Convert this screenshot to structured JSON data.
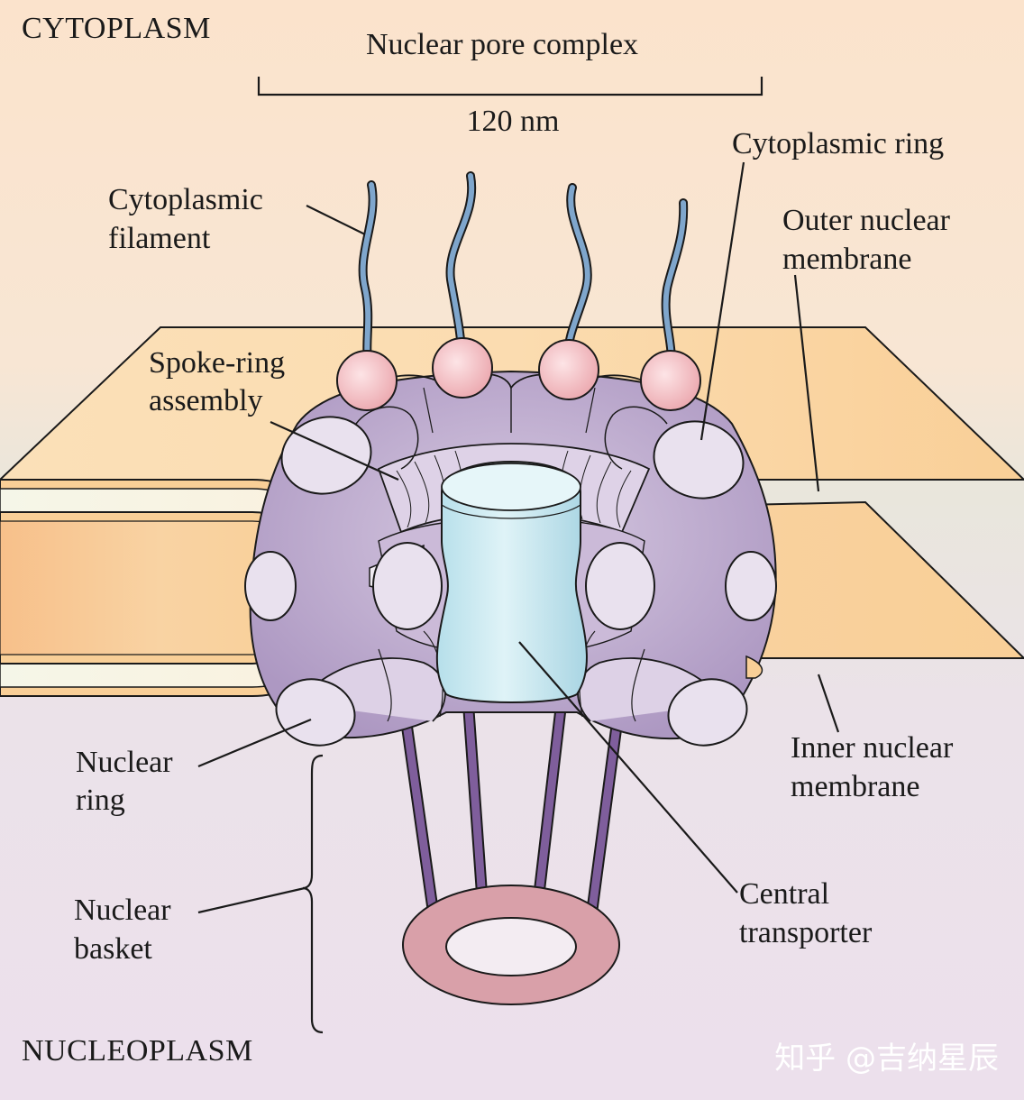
{
  "regions": {
    "cytoplasm": "CYTOPLASM",
    "nucleoplasm": "NUCLEOPLASM"
  },
  "scale": {
    "title": "Nuclear pore complex",
    "length": "120 nm"
  },
  "labels": {
    "cytoplasmic_filament": [
      "Cytoplasmic",
      "filament"
    ],
    "cytoplasmic_ring": [
      "Cytoplasmic ring"
    ],
    "outer_nuclear_membrane": [
      "Outer nuclear",
      "membrane"
    ],
    "spoke_ring_assembly": [
      "Spoke-ring",
      "assembly"
    ],
    "nuclear_ring": [
      "Nuclear",
      "ring"
    ],
    "nuclear_basket": [
      "Nuclear",
      "basket"
    ],
    "inner_nuclear_membrane": [
      "Inner nuclear",
      "membrane"
    ],
    "central_transporter": [
      "Central",
      "transporter"
    ]
  },
  "watermark": "知乎 @吉纳星辰",
  "colors": {
    "cytoplasm_bg": "#fbe6d2",
    "nucleoplasm_bg": "#ece0ec",
    "membrane": "#f9cf97",
    "pore_complex": "#b9a5cb",
    "pore_light": "#e9e1ee",
    "filament": "#7fa6cc",
    "filament_bead": "#f2b8bd",
    "transporter": "#c5e7f0",
    "basket_rod": "#7f5e9c",
    "basket_ring": "#d9a0a9"
  }
}
